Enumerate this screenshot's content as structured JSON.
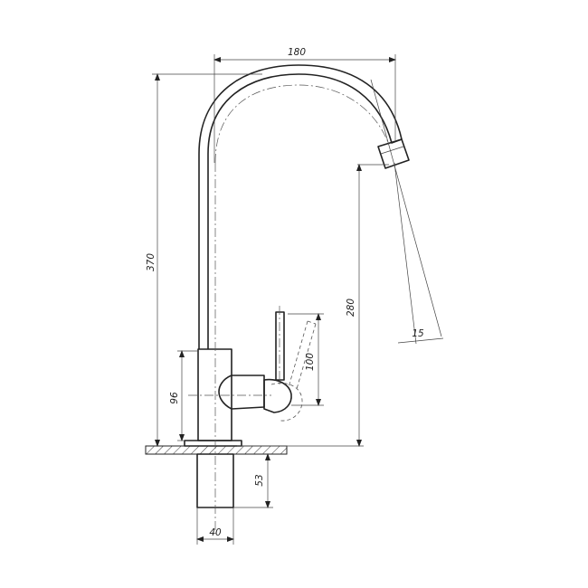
{
  "dimensions": {
    "width_top": "180",
    "height_total": "370",
    "spout_height": "280",
    "spout_angle": "15",
    "handle_height": "100",
    "body_height": "96",
    "shank_length": "53",
    "shank_diameter": "40"
  }
}
